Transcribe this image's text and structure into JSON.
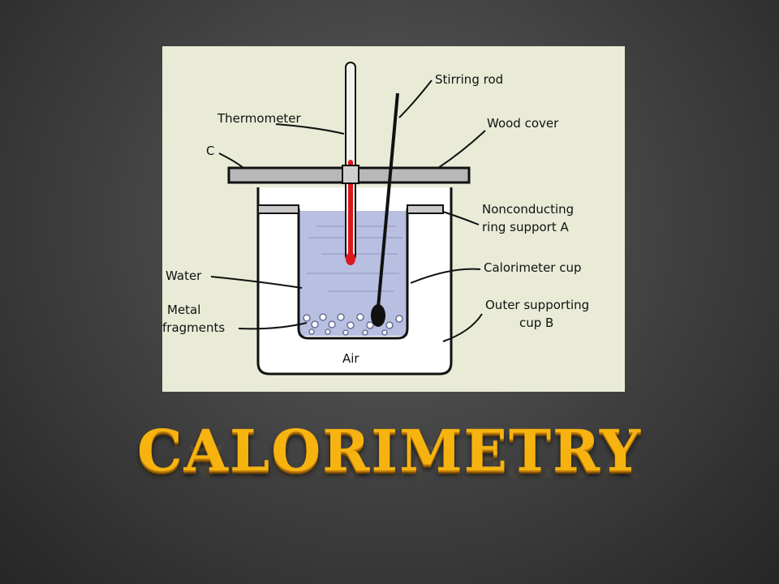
{
  "diagram": {
    "labels": {
      "stirring_rod": "Stirring rod",
      "thermometer": "Thermometer",
      "wood_cover": "Wood cover",
      "c": "C",
      "nonconducting_1": "Nonconducting",
      "nonconducting_2": "ring support A",
      "water": "Water",
      "calorimeter_cup": "Calorimeter cup",
      "metal_1": "Metal",
      "metal_2": "fragments",
      "outer_cup_1": "Outer supporting",
      "outer_cup_2": "cup B",
      "air": "Air"
    },
    "colors": {
      "background": "#e9ebd6",
      "water": "#b8bfe0",
      "mercury": "#d9191d",
      "line": "#111111"
    }
  },
  "title": "CALORIMETRY",
  "colors": {
    "title": "#f7b30f"
  }
}
